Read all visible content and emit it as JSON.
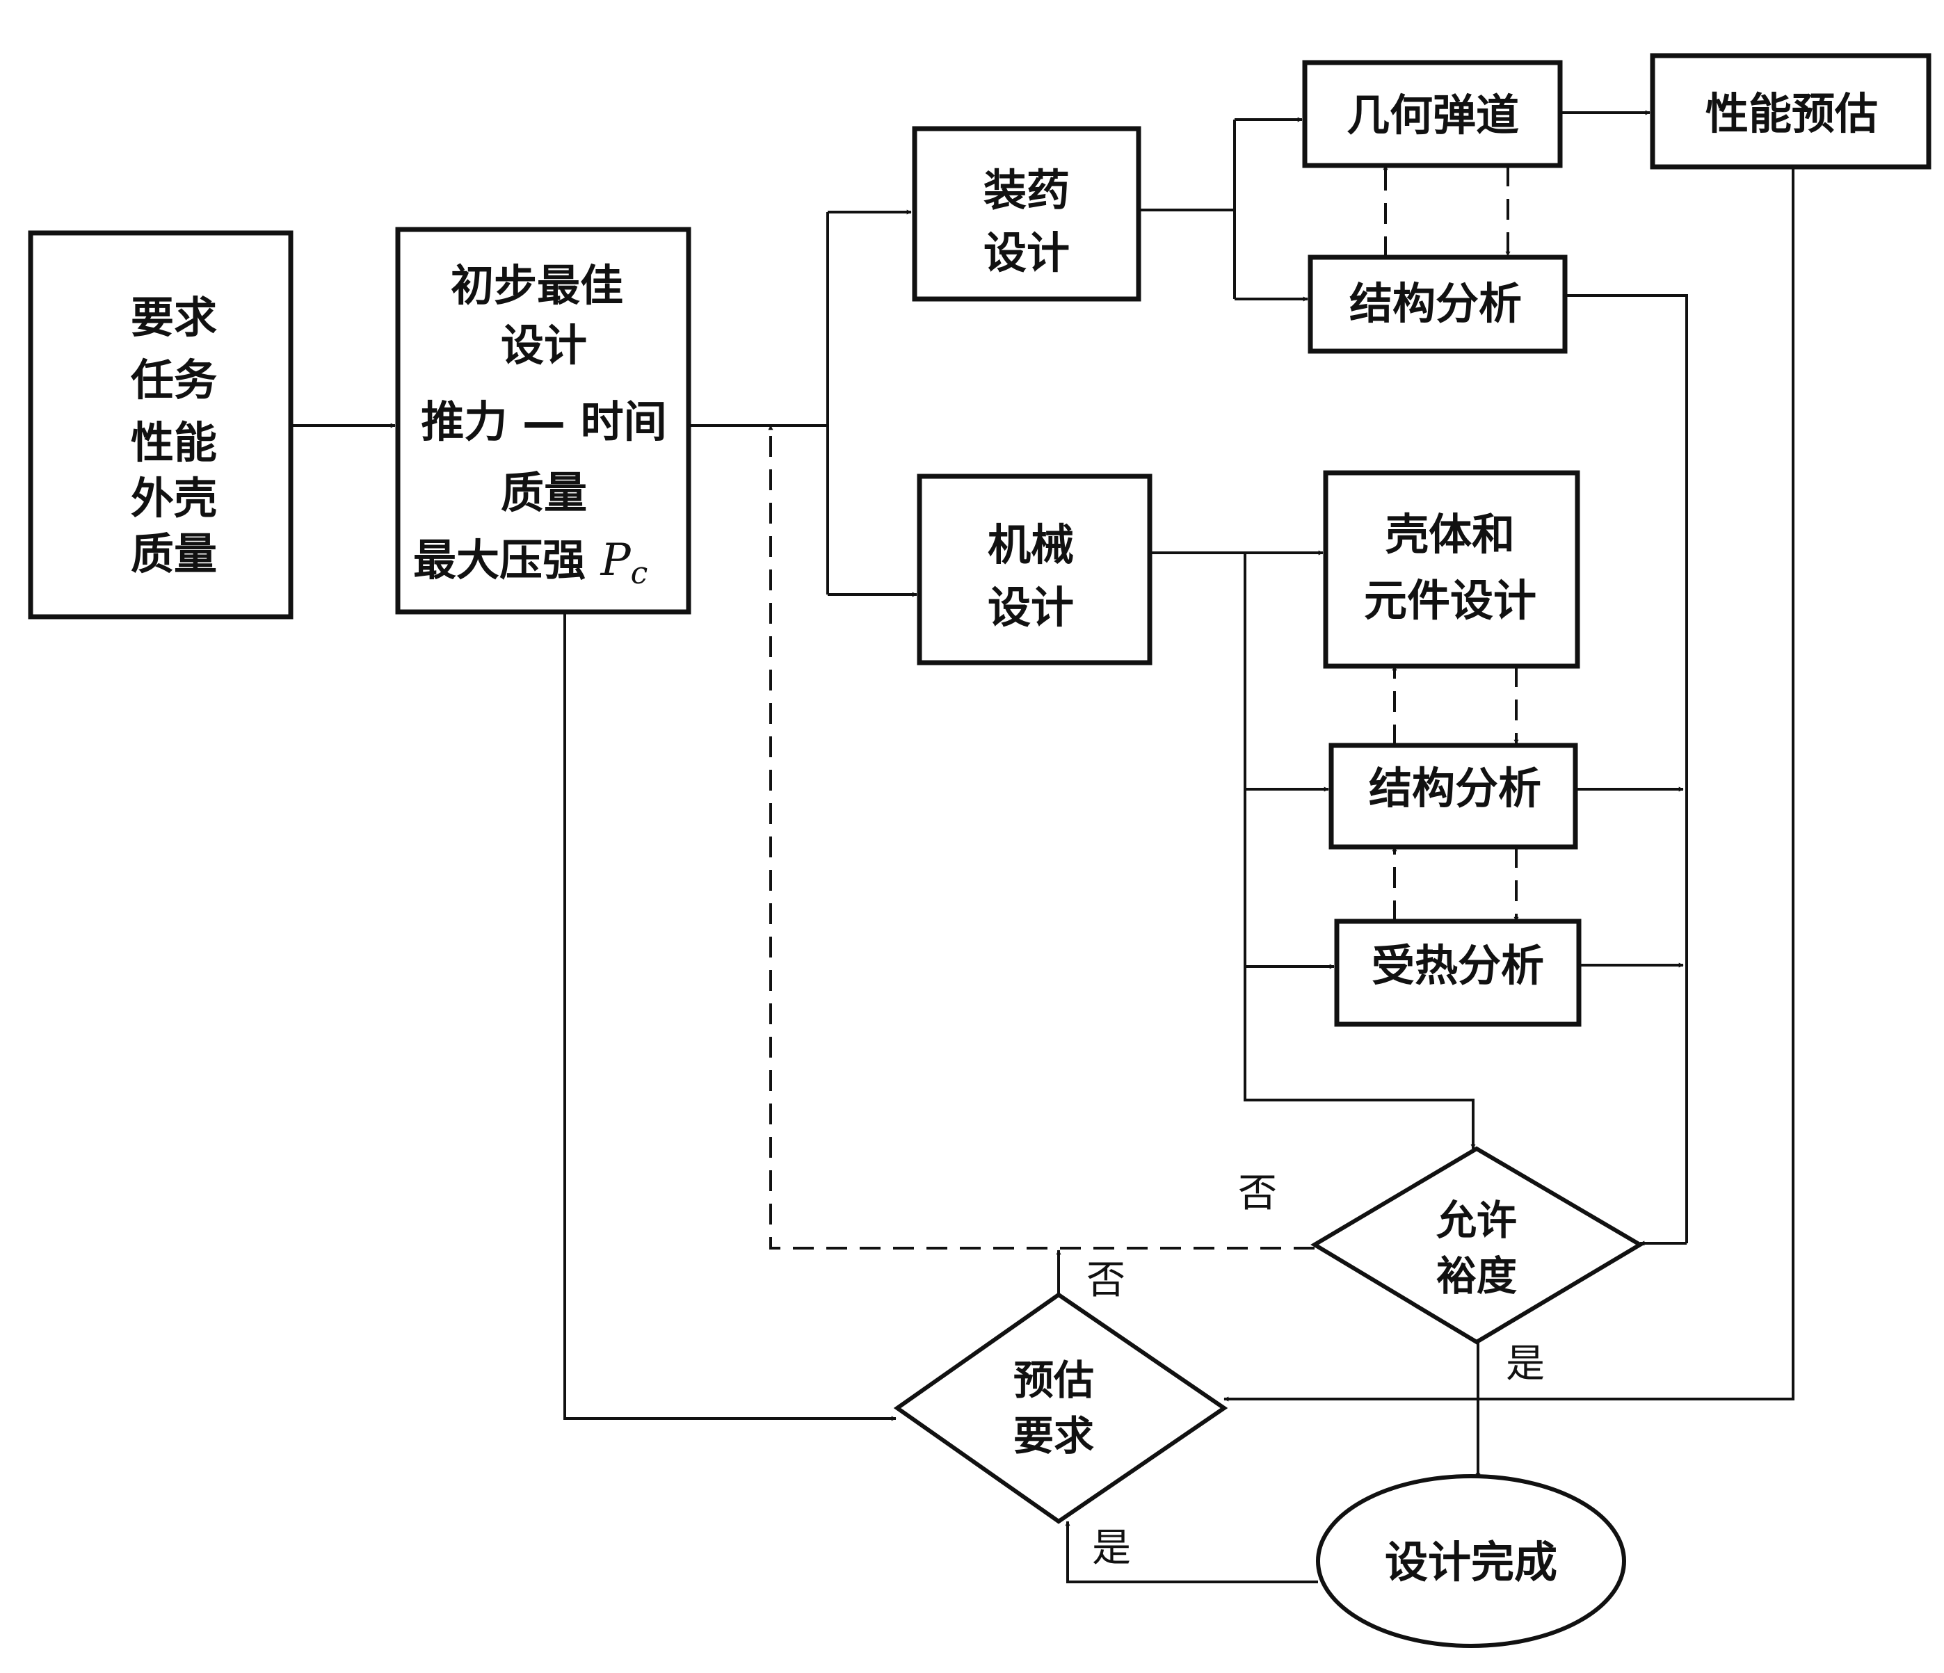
{
  "nodes": {
    "requirements": {
      "lines": [
        "要求",
        "任务",
        "性能",
        "外壳",
        "质量"
      ]
    },
    "preliminary": {
      "lines": [
        "初步最佳",
        "设计",
        "推力 — 时间",
        "质量",
        "最大压强 "
      ],
      "pc_symbol": "P",
      "pc_subscript": "c"
    },
    "charge_design": {
      "lines": [
        "装药",
        "设计"
      ]
    },
    "mechanical_design": {
      "lines": [
        "机械",
        "设计"
      ]
    },
    "geometric_ballistics": {
      "label": "几何弹道"
    },
    "performance_estimate": {
      "label": "性能预估"
    },
    "structural_analysis_1": {
      "label": "结构分析"
    },
    "case_components": {
      "lines": [
        "壳体和",
        "元件设计"
      ]
    },
    "structural_analysis_2": {
      "label": "结构分析"
    },
    "thermal_analysis": {
      "label": "受热分析"
    },
    "allowable_margin": {
      "lines": [
        "允许",
        "裕度"
      ]
    },
    "estimate_requirements": {
      "lines": [
        "预估",
        "要求"
      ]
    },
    "design_complete": {
      "label": "设计完成"
    }
  },
  "edge_labels": {
    "margin_no": "否",
    "estimate_no": "否",
    "margin_yes": "是",
    "estimate_yes": "是"
  }
}
